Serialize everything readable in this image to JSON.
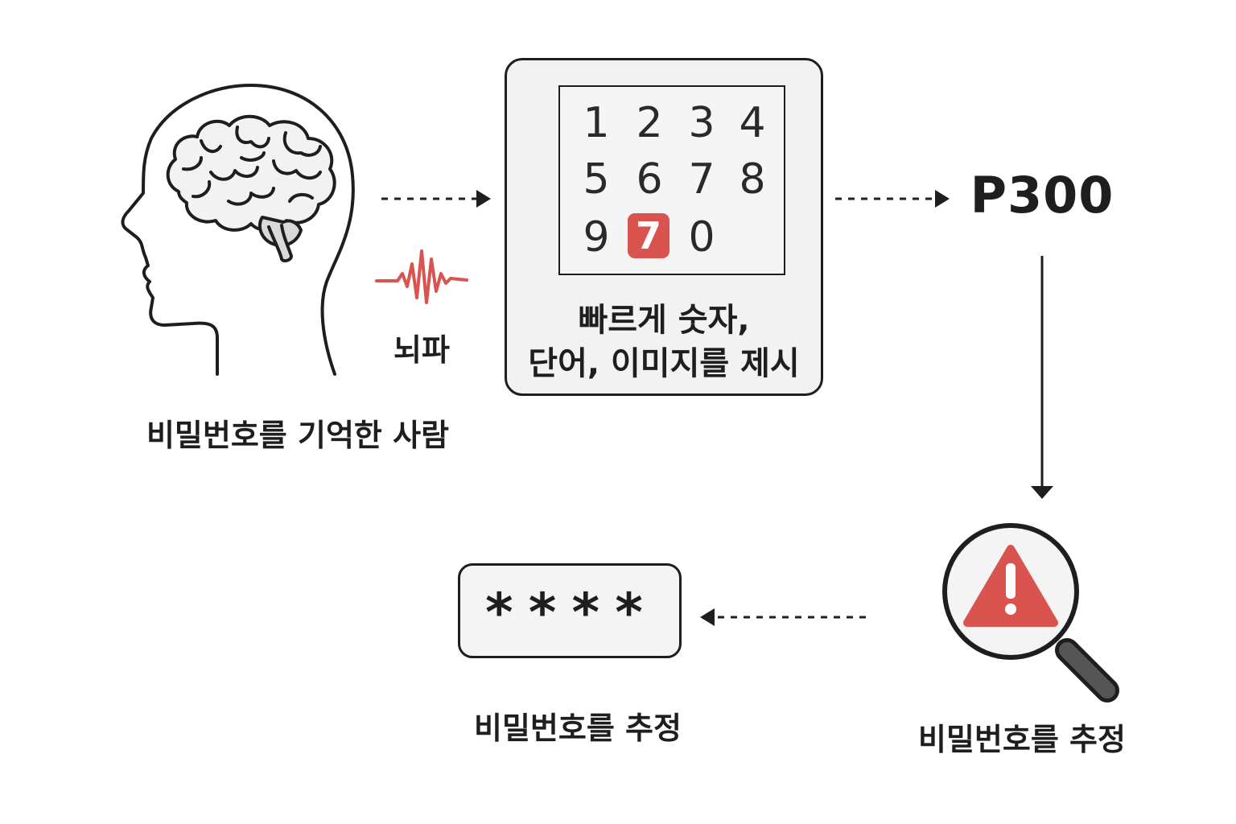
{
  "person": {
    "label": "비밀번호를 기억한 사람"
  },
  "brainwave": {
    "label": "뇌파"
  },
  "stimulus": {
    "digits": [
      "1",
      "2",
      "3",
      "4",
      "5",
      "6",
      "7",
      "8",
      "9",
      "7",
      "0"
    ],
    "highlight_index": 9,
    "caption_line1": "빠르게 숫자,",
    "caption_line2": "단어, 이미지를 제시"
  },
  "signal": {
    "label": "P300"
  },
  "detector": {
    "label": "비밀번호를 추정"
  },
  "result": {
    "password_mask": "****",
    "label": "비밀번호를 추정"
  },
  "colors": {
    "accent": "#d9534f",
    "ink": "#1e1e1e",
    "panel": "#f2f2f2"
  },
  "icons": [
    "head-brain-icon",
    "brainwave-icon",
    "magnifier-warning-icon",
    "arrow-icon"
  ]
}
